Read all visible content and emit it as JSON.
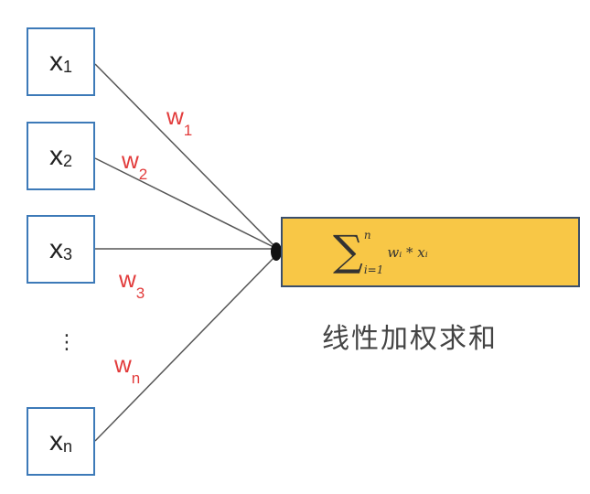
{
  "inputs": [
    {
      "base": "x",
      "sub": "1"
    },
    {
      "base": "x",
      "sub": "2"
    },
    {
      "base": "x",
      "sub": "3"
    },
    {
      "base": "x",
      "sub": "n"
    }
  ],
  "ellipsis": "⋮",
  "weights": [
    {
      "base": "w",
      "sub": "1"
    },
    {
      "base": "w",
      "sub": "2"
    },
    {
      "base": "w",
      "sub": "3"
    },
    {
      "base": "w",
      "sub": "n"
    }
  ],
  "sum": {
    "symbol": "∑",
    "upper": "n",
    "lower": "i=1",
    "expression": "wᵢ * xᵢ"
  },
  "caption": "线性加权求和",
  "colors": {
    "box_border": "#3d7ab8",
    "weight_text": "#e23b3b",
    "sum_fill": "#f8c746",
    "sum_border": "#3a4e6b"
  }
}
